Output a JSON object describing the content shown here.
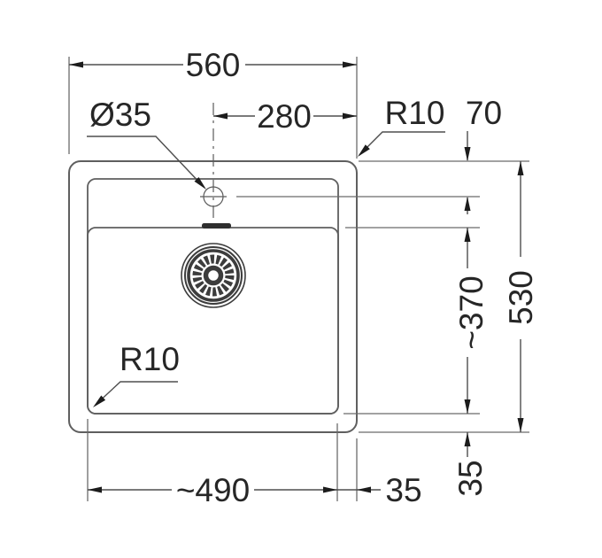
{
  "drawing": {
    "type": "sink-installation-dimension-drawing",
    "colors": {
      "background": "#ffffff",
      "line": "#5f5f5f",
      "dimension_line": "#4e4e4e",
      "text": "#262626",
      "arrow": "#1c1c1c"
    },
    "dimensions": {
      "overall_width": "560",
      "hole_diameter": "Ø35",
      "hole_offset_x": "280",
      "corner_radius_top": "R10",
      "hole_offset_y": "70",
      "overall_depth": "530",
      "bowl_depth": "~370",
      "corner_radius_bowl": "R10",
      "bowl_width": "~490",
      "rim_right": "35",
      "rim_bottom": "35"
    }
  }
}
